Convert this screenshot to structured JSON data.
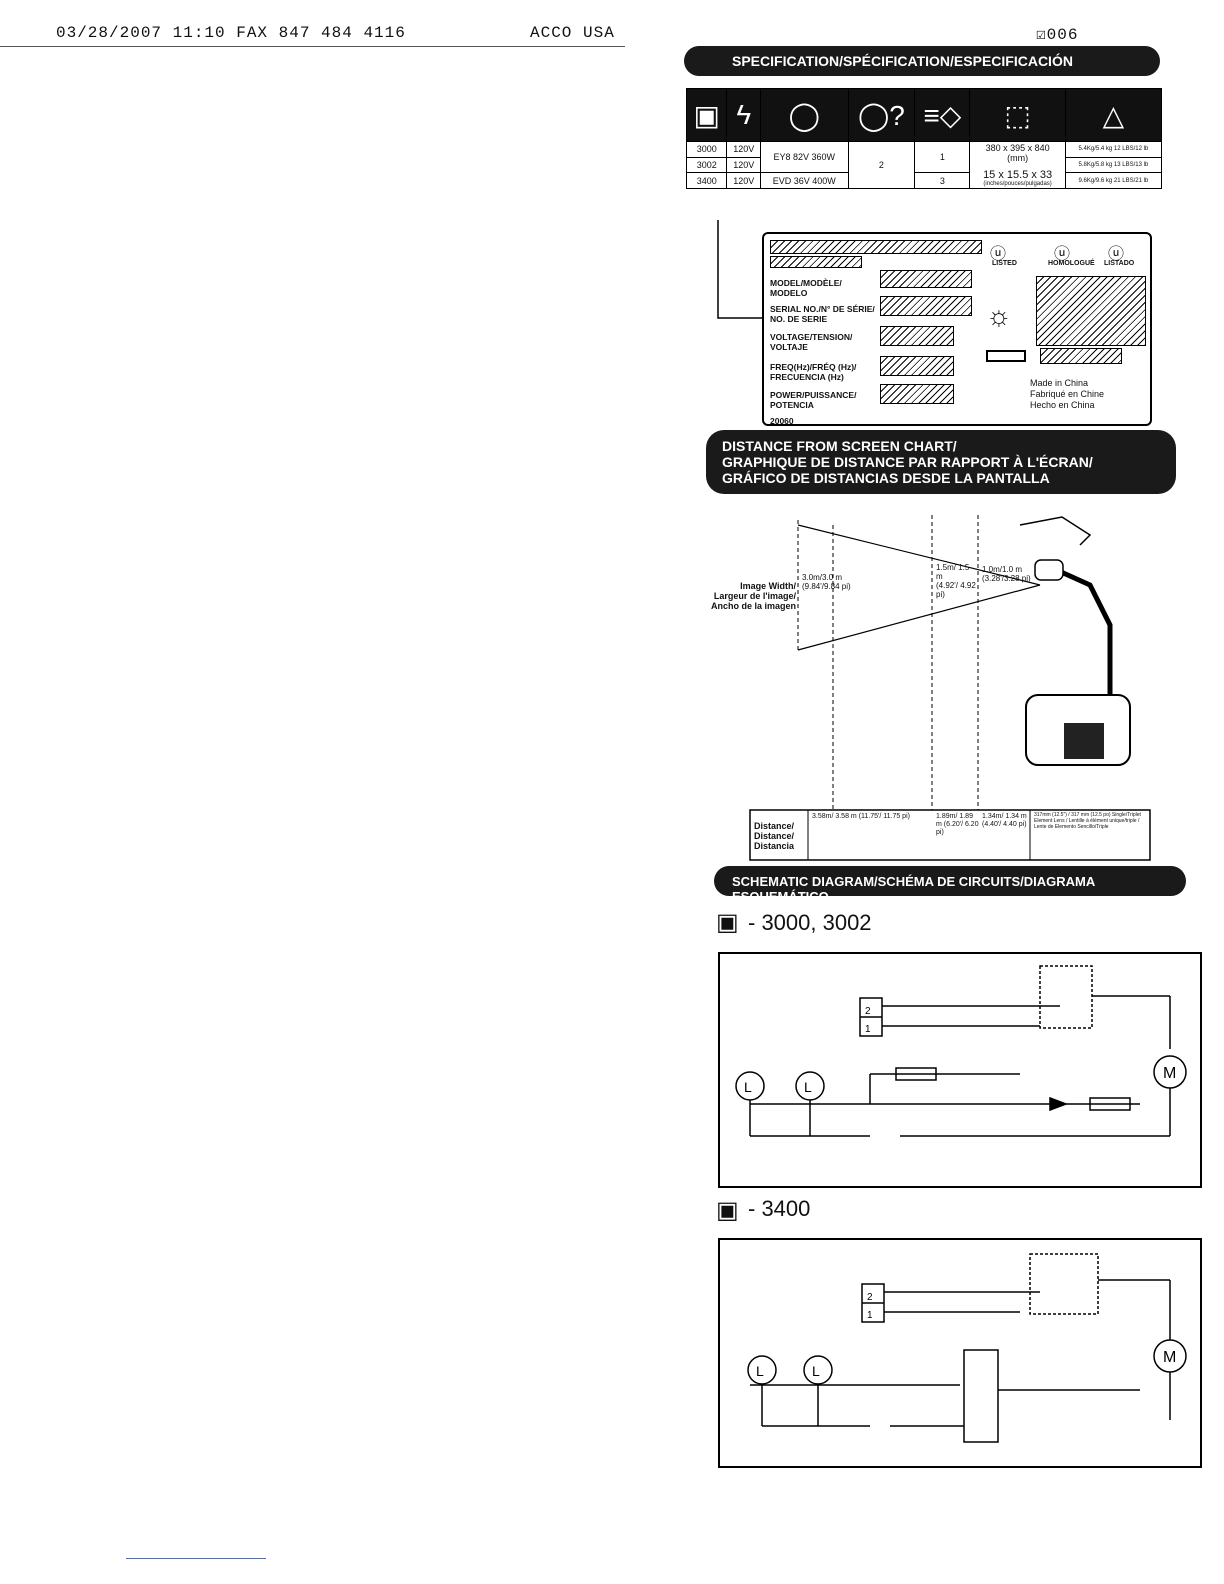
{
  "fax_header": {
    "datetime": "03/28/2007 11:10 FAX 847 484 4116",
    "company": "ACCO USA",
    "page": "006"
  },
  "banners": {
    "specification": "SPECIFICATION/SPÉCIFICATION/ESPECIFICACIÓN",
    "distance": [
      "DISTANCE FROM SCREEN CHART/",
      "GRAPHIQUE DE DISTANCE PAR RAPPORT À L'ÉCRAN/",
      "GRÁFICO DE DISTANCIAS DESDE LA PANTALLA"
    ],
    "schematic": "SCHEMATIC DIAGRAM/SCHÉMA DE CIRCUITS/DIAGRAMA ESQUEMÁTICO"
  },
  "spec_table": {
    "rows": [
      {
        "model": "3000",
        "voltage": "120V",
        "weight": "5.4Kg/5.4 kg 12 LBS/12 lb"
      },
      {
        "model": "3002",
        "voltage": "120V",
        "weight": "5.8Kg/5.8 kg 13 LBS/13 lb"
      },
      {
        "model": "3400",
        "voltage": "120V",
        "weight": "9.6Kg/9.6 kg 21 LBS/21 lb"
      }
    ],
    "lamp_1": "EY8 82V 360W",
    "lamp_2": "EVD 36V 400W",
    "lamp_qty": "2",
    "lens_1": "1",
    "lens_2": "3",
    "dims_metric": "380 x 395 x 840",
    "dims_metric_unit": "(mm)",
    "dims_imperial": "15 x 15.5 x 33",
    "dims_imperial_unit": "(inches/pouces/pulgadas)"
  },
  "rating_label": {
    "model": "MODEL/MODÈLE/ MODELO",
    "serial": "SERIAL NO./N° DE SÉRIE/ NO. DE SERIE",
    "voltage": "VOLTAGE/TENSION/ VOLTAJE",
    "freq": "FREQ(Hz)/FRÉQ (Hz)/ FRECUENCIA (Hz)",
    "power": "POWER/PUISSANCE/ POTENCIA",
    "code": "20060",
    "listed": "LISTED",
    "homologue": "HOMOLOGUÉ",
    "listado": "LISTADO",
    "made_in": [
      "Made in China",
      "Fabriqué en Chine",
      "Hecho en China"
    ]
  },
  "distance_chart": {
    "image_width_label": [
      "Image Width/",
      "Largeur de l'image/",
      "Ancho de la imagen"
    ],
    "widths": [
      {
        "metric": "3.0m/3.0 m",
        "imperial": "(9.84'/9.84 pi)"
      },
      {
        "metric": "1.5m/ 1.5 m",
        "imperial": "(4.92'/ 4.92 pi)"
      },
      {
        "metric": "1.0m/1.0 m",
        "imperial": "(3.28'/3.28 pi)"
      }
    ],
    "distance_label": [
      "Distance/",
      "Distance/",
      "Distancia"
    ],
    "distances": [
      "3.58m/ 3.58 m (11.75'/ 11.75 pi)",
      "1.89m/ 1.89 m (6.20'/ 6.20 pi)",
      "1.34m/ 1.34 m (4.40'/ 4.40 pi)"
    ],
    "note": "317mm (12.5\") / 317 mm (12.5 po) Single/Triplet Element Lens / Lentille à élément unique/triple / Lente de Elemento Sencillo/Triple"
  },
  "schematics": [
    {
      "models": "- 3000, 3002"
    },
    {
      "models": "- 3400"
    }
  ]
}
